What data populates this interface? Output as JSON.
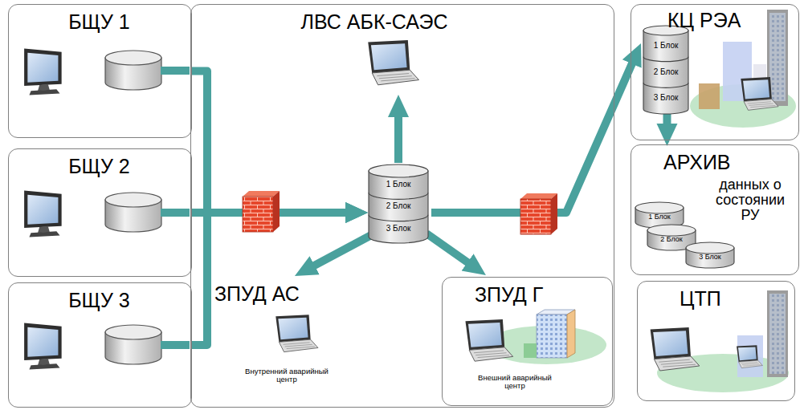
{
  "diagram": {
    "nodes": [
      {
        "text": [
          "БЩУ 1"
        ]
      },
      {
        "text": [
          "БЩУ 2"
        ]
      },
      {
        "text": [
          "БЩУ 3"
        ]
      },
      {
        "text": [
          "ЛВС АБК-САЭС"
        ]
      },
      {
        "text": [
          "1 Блок",
          "2 Блок",
          "3 Блок"
        ],
        "in": 3
      },
      {
        "text": [
          "ЗПУД АС",
          "Внутренний аварийный центр"
        ],
        "in": 3
      },
      {
        "text": [
          "ЗПУД Г",
          "Внешний аварийный центр"
        ],
        "in": 3
      },
      {
        "text": [
          "КЦ РЭА"
        ]
      },
      {
        "text": [
          "1 Блок",
          "2 Блок",
          "3 Блок"
        ],
        "in": 7
      },
      {
        "text": [
          "АРХИВ",
          "данных о состоянии РУ"
        ]
      },
      {
        "text": [
          "1 Блок"
        ],
        "in": 9
      },
      {
        "text": [
          "2 Блок"
        ],
        "in": 9
      },
      {
        "text": [
          "3 Блок"
        ],
        "in": 9
      },
      {
        "text": [
          "ЦТП"
        ]
      }
    ],
    "edges": [
      {
        "from": 0,
        "to": 4,
        "arrow": "to"
      },
      {
        "from": 1,
        "to": 4,
        "arrow": "to"
      },
      {
        "from": 2,
        "to": 4,
        "arrow": "to"
      },
      {
        "from": 4,
        "to": 5,
        "arrow": "to"
      },
      {
        "from": 4,
        "to": 6,
        "arrow": "to"
      },
      {
        "from": 4,
        "to": 8,
        "arrow": "to"
      },
      {
        "from": 8,
        "to": 9,
        "arrow": "to"
      }
    ]
  }
}
